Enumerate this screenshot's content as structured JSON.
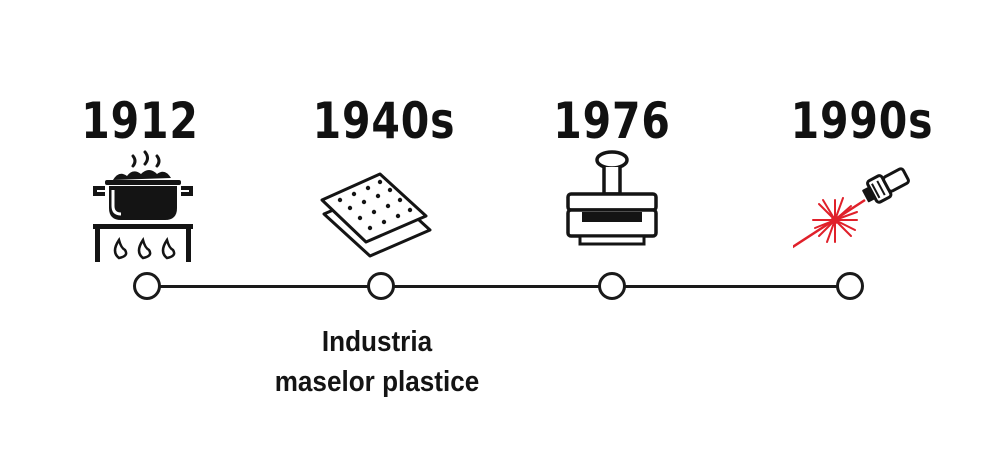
{
  "milestones": [
    {
      "year": "1912",
      "icon": "cooking-pot-on-stove-icon",
      "caption_lines": []
    },
    {
      "year": "1940s",
      "icon": "plastic-sheets-icon",
      "caption_lines": [
        "Industria",
        "maselor plastice"
      ]
    },
    {
      "year": "1976",
      "icon": "rubber-stamp-icon",
      "caption_lines": []
    },
    {
      "year": "1990s",
      "icon": "laser-engraver-icon",
      "caption_lines": []
    }
  ],
  "colors": {
    "ink": "#141414",
    "laser": "#e0202a",
    "background": "#ffffff"
  }
}
